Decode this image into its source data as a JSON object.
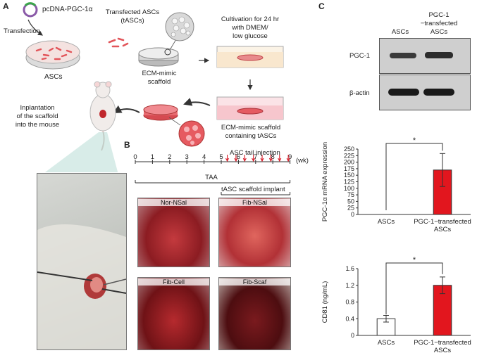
{
  "panel_a": {
    "letter": "A",
    "plasmid": "pcDNA-PGC-1α",
    "transfection": "Transfection",
    "ascs": "ASCs",
    "transfected_l1": "Transfected ASCs",
    "transfected_l2": "(tASCs)",
    "scaffold_l1": "ECM-mimic",
    "scaffold_l2": "scaffold",
    "cult_l1": "Cultivation for 24 hr",
    "cult_l2": "with DMEM/",
    "cult_l3": "low glucose",
    "contain_l1": "ECM-mimic scaffold",
    "contain_l2": "containing tASCs",
    "implant_l1": "Inplantation",
    "implant_l2": "of the scaffold",
    "implant_l3": "into the mouse"
  },
  "panel_b": {
    "letter": "B",
    "ticks": [
      "0",
      "1",
      "2",
      "3",
      "4",
      "5",
      "6",
      "7",
      "8",
      "9"
    ],
    "unit": "(wk)",
    "injection": "ASC tail injection",
    "taa": "TAA",
    "implant": "tASC scaffold implant",
    "photos": [
      "Nor-NSal",
      "Fib-NSal",
      "Fib-Cell",
      "Fib-Scaf"
    ]
  },
  "panel_c": {
    "letter": "C",
    "col1": "ASCs",
    "col2_l1": "PGC-1",
    "col2_l2": "−transfected",
    "col2_l3": "ASCs",
    "blot1": "PGC-1",
    "blot2": "β-actin",
    "sig": "*"
  },
  "chart_data": [
    {
      "type": "bar",
      "ylabel": "PGC-1α mRNA expression",
      "categories": [
        "ASCs",
        "PGC-1−transfected ASCs"
      ],
      "values": [
        0,
        170
      ],
      "errors": [
        0,
        63
      ],
      "ylim": [
        0,
        250
      ],
      "yticks": [
        "0",
        "25",
        "50",
        "75",
        "100",
        "125",
        "150",
        "175",
        "200",
        "225",
        "250"
      ],
      "colors": [
        "#ffffff",
        "#e2161e"
      ],
      "annotation": "*"
    },
    {
      "type": "bar",
      "ylabel": "CD81 (ng/mL)",
      "categories": [
        "ASCs",
        "PGC-1−transfected ASCs"
      ],
      "values": [
        0.4,
        1.2
      ],
      "errors": [
        0.08,
        0.2
      ],
      "ylim": [
        0,
        1.6
      ],
      "yticks": [
        "0",
        "0.4",
        "0.8",
        "1.2",
        "1.6"
      ],
      "colors": [
        "#ffffff",
        "#e2161e"
      ],
      "annotation": "*"
    }
  ]
}
